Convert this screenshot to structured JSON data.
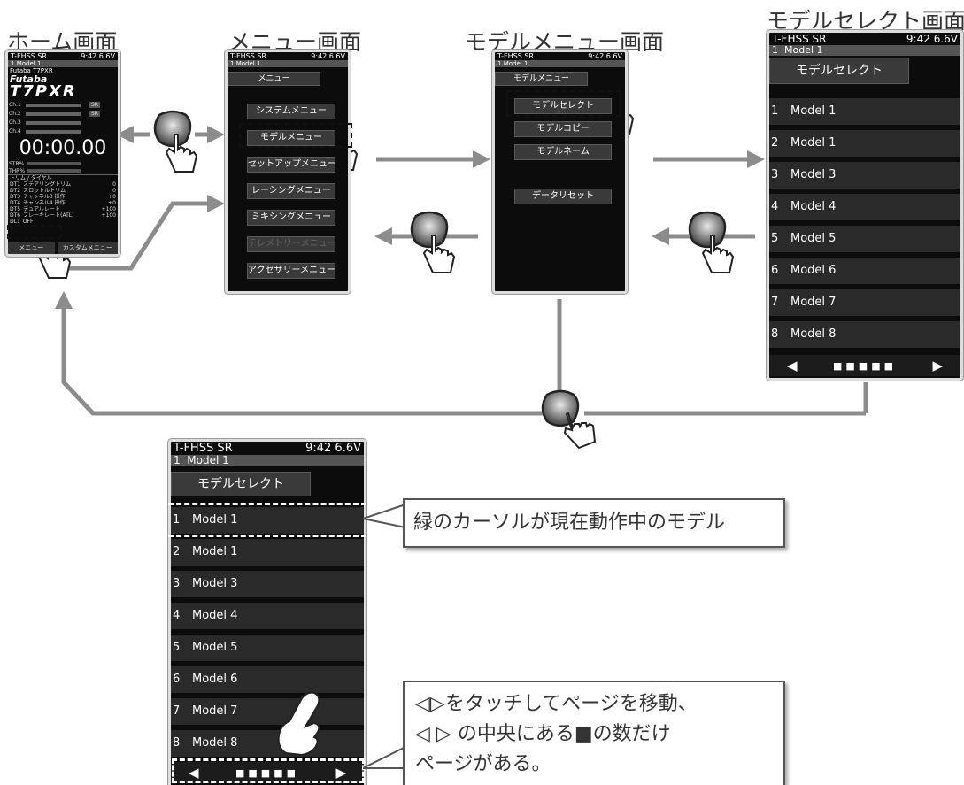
{
  "headings": {
    "home": "ホーム画面",
    "menu": "メニュー画面",
    "model_menu": "モデルメニュー画面",
    "model_select": "モデルセレクト画面"
  },
  "status": {
    "system": "T-FHSS SR",
    "time": "9:42",
    "voltage": "6.6V",
    "model_no": "1",
    "model_name": "Model 1"
  },
  "home_screen": {
    "brand_small": "Futaba T7PXR",
    "brand_logo": "Futaba",
    "product_logo": "T7PXR",
    "channels": [
      "Ch.1",
      "Ch.2",
      "Ch.3",
      "Ch.4"
    ],
    "ch_tags": [
      "SR",
      "SR"
    ],
    "timer": "00:00.00",
    "str_label": "STR%",
    "thr_label": "THR%",
    "trim_title": "トリム / ダイヤル",
    "trims": [
      {
        "code": "DT1",
        "label": "ステアリングトリム",
        "value": "0"
      },
      {
        "code": "DT2",
        "label": "スロットルトリム",
        "value": "0"
      },
      {
        "code": "DT3",
        "label": "チャンネル3 操作",
        "value": "+0"
      },
      {
        "code": "DT4",
        "label": "チャンネル4 操作",
        "value": "+0"
      },
      {
        "code": "DT5",
        "label": "デュアルレート",
        "value": "+100"
      },
      {
        "code": "DT6",
        "label": "ブレーキレート(ATL)",
        "value": "+100"
      },
      {
        "code": "DL1",
        "label": "OFF",
        "value": ""
      }
    ],
    "menu_button": "メニュー",
    "custom_menu_button": "カスタムメニュー"
  },
  "menu_screen": {
    "title": "メニュー",
    "items": [
      "システムメニュー",
      "モデルメニュー",
      "セットアップメニュー",
      "レーシングメニュー",
      "ミキシングメニュー",
      "テレメトリーメニュー",
      "アクセサリーメニュー"
    ]
  },
  "model_menu_screen": {
    "title": "モデルメニュー",
    "items": [
      "モデルセレクト",
      "モデルコピー",
      "モデルネーム",
      "データリセット"
    ]
  },
  "model_select_screen": {
    "title": "モデルセレクト",
    "rows": [
      {
        "no": "1",
        "name": "Model 1"
      },
      {
        "no": "2",
        "name": "Model 1"
      },
      {
        "no": "3",
        "name": "Model 3"
      },
      {
        "no": "4",
        "name": "Model 4"
      },
      {
        "no": "5",
        "name": "Model 5"
      },
      {
        "no": "6",
        "name": "Model 6"
      },
      {
        "no": "7",
        "name": "Model 7"
      },
      {
        "no": "8",
        "name": "Model 8"
      }
    ],
    "prev": "◀",
    "next": "▶",
    "page_dots": "■■■■■"
  },
  "callouts": {
    "cursor_note": "緑のカーソルが現在動作中のモデル",
    "page_note_line1": "◁▷をタッチしてページを移動、",
    "page_note_line2": "◁ ▷ の中央にある■の数だけ",
    "page_note_line3": "ページがある。"
  },
  "colors": {
    "screen_bg": "#0c0c0c",
    "row_bg": "#2a2a2a",
    "arrow_gray": "#8c8c8c",
    "title_bar": "#555555"
  }
}
